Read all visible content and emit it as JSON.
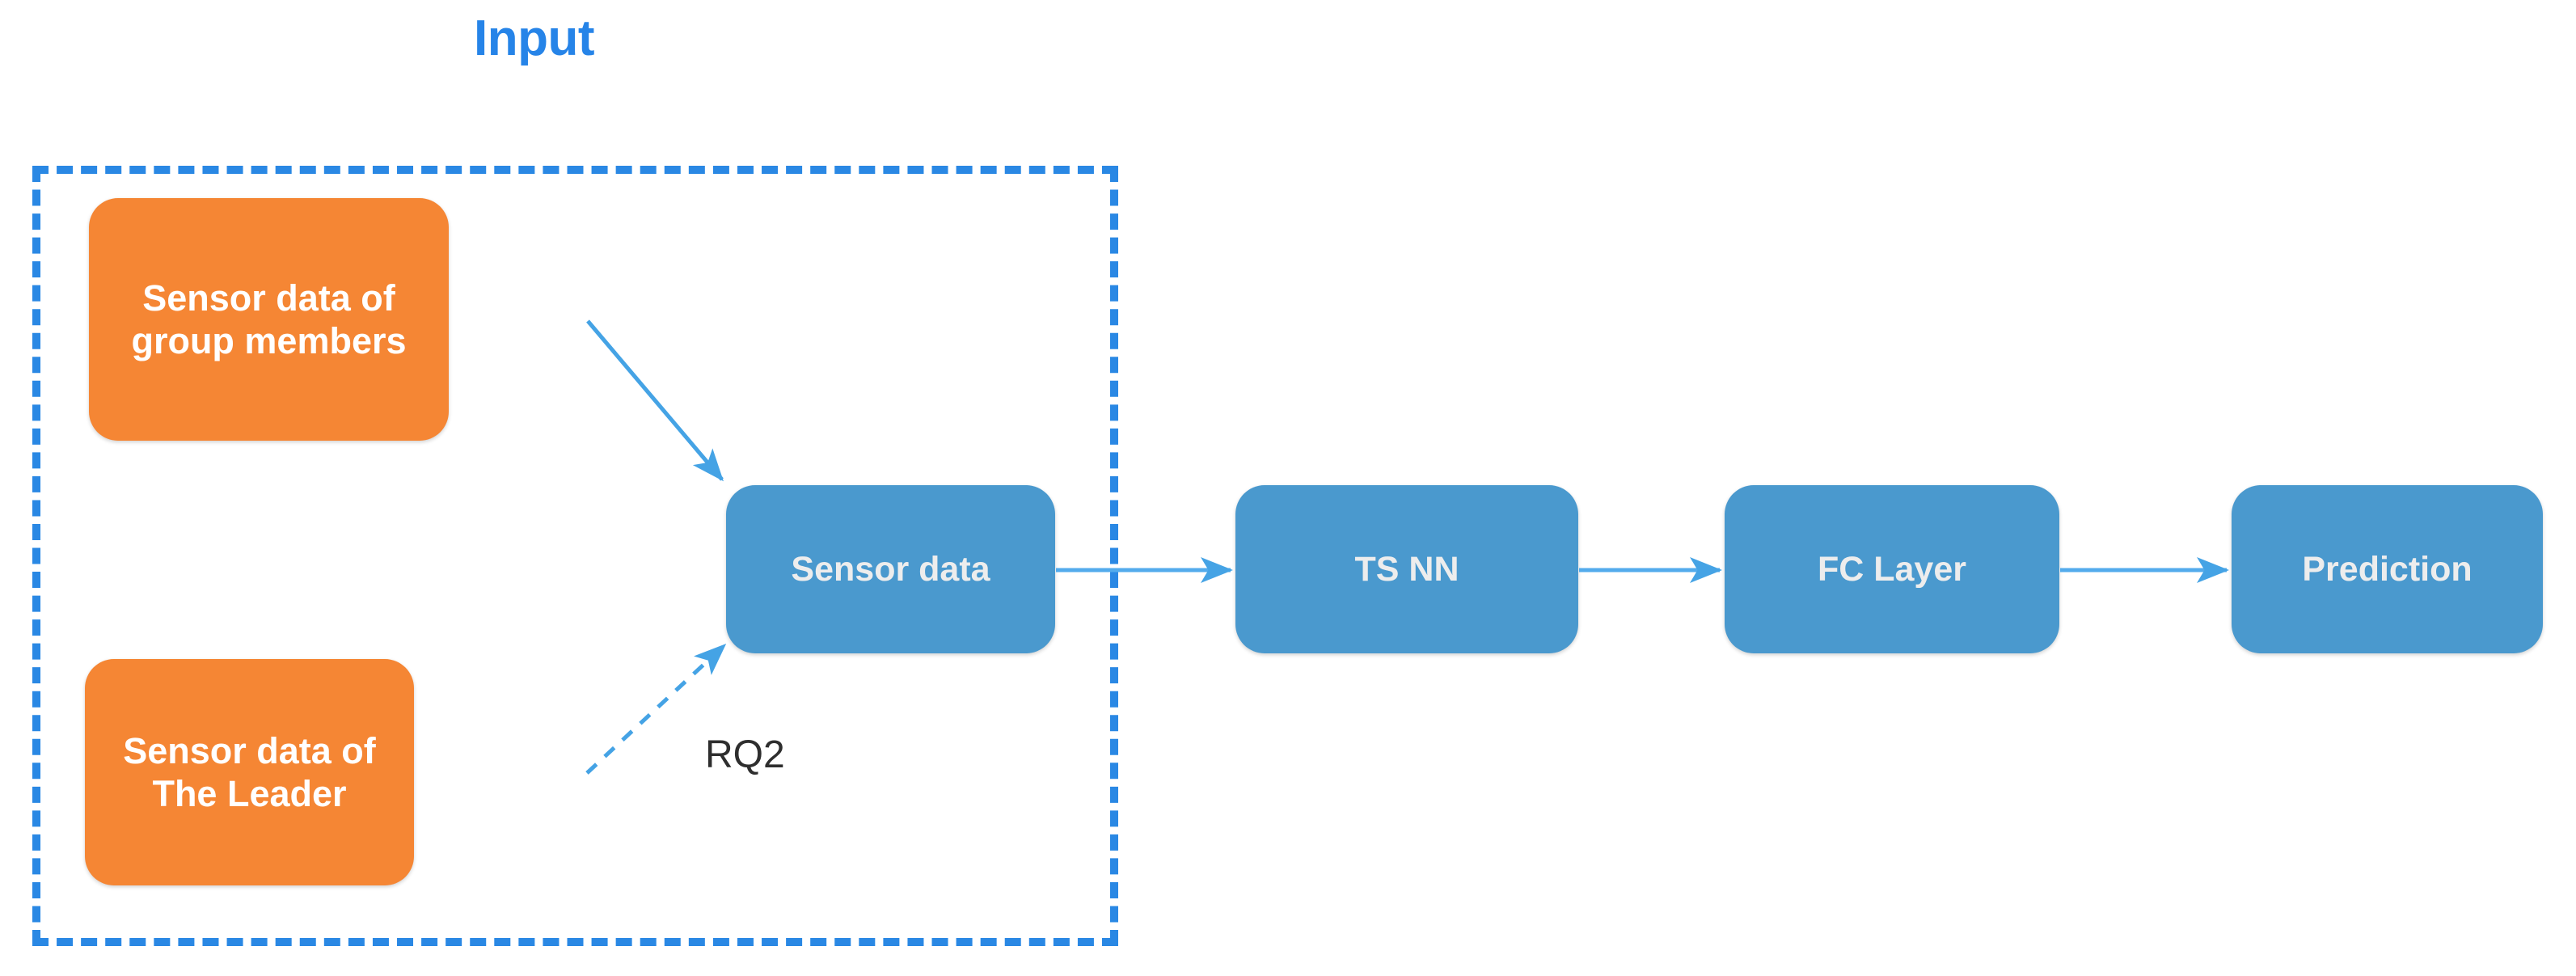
{
  "diagram": {
    "title": "Input",
    "title_color": "#2684E8",
    "background_color": "#FFFFFF",
    "frame": {
      "name": "input-group",
      "style": "dashed",
      "color": "#2A88E4"
    },
    "nodes": [
      {
        "id": "group-members",
        "label": "Sensor data of group members",
        "color": "#F58634",
        "text_color": "#FFFFFF",
        "shape": "rounded-rect"
      },
      {
        "id": "leader",
        "label": "Sensor data of The Leader",
        "color": "#F58634",
        "text_color": "#FFFFFF",
        "shape": "rounded-rect"
      },
      {
        "id": "sensor-data",
        "label": "Sensor data",
        "color": "#4A99CE",
        "text_color": "#EDEDED",
        "shape": "rounded-rect"
      },
      {
        "id": "ts-nn",
        "label": "TS NN",
        "color": "#4A99CE",
        "text_color": "#EDEDED",
        "shape": "rounded-rect"
      },
      {
        "id": "fc-layer",
        "label": "FC Layer",
        "color": "#4A99CE",
        "text_color": "#EDEDED",
        "shape": "rounded-rect"
      },
      {
        "id": "prediction",
        "label": "Prediction",
        "color": "#4A99CE",
        "text_color": "#EDEDED",
        "shape": "rounded-rect"
      }
    ],
    "edges": [
      {
        "id": "e1",
        "from": "group-members",
        "to": "sensor-data",
        "style": "solid",
        "color": "#45A3E5",
        "label": ""
      },
      {
        "id": "e2",
        "from": "leader",
        "to": "sensor-data",
        "style": "dashed",
        "color": "#45A3E5",
        "label": "RQ2"
      },
      {
        "id": "e3",
        "from": "sensor-data",
        "to": "ts-nn",
        "style": "solid",
        "color": "#45A3E5",
        "label": ""
      },
      {
        "id": "e4",
        "from": "ts-nn",
        "to": "fc-layer",
        "style": "solid",
        "color": "#45A3E5",
        "label": ""
      },
      {
        "id": "e5",
        "from": "fc-layer",
        "to": "prediction",
        "style": "solid",
        "color": "#45A3E5",
        "label": ""
      }
    ],
    "annotations": [
      {
        "id": "rq2",
        "text": "RQ2",
        "color": "#2E2E2E"
      }
    ]
  }
}
